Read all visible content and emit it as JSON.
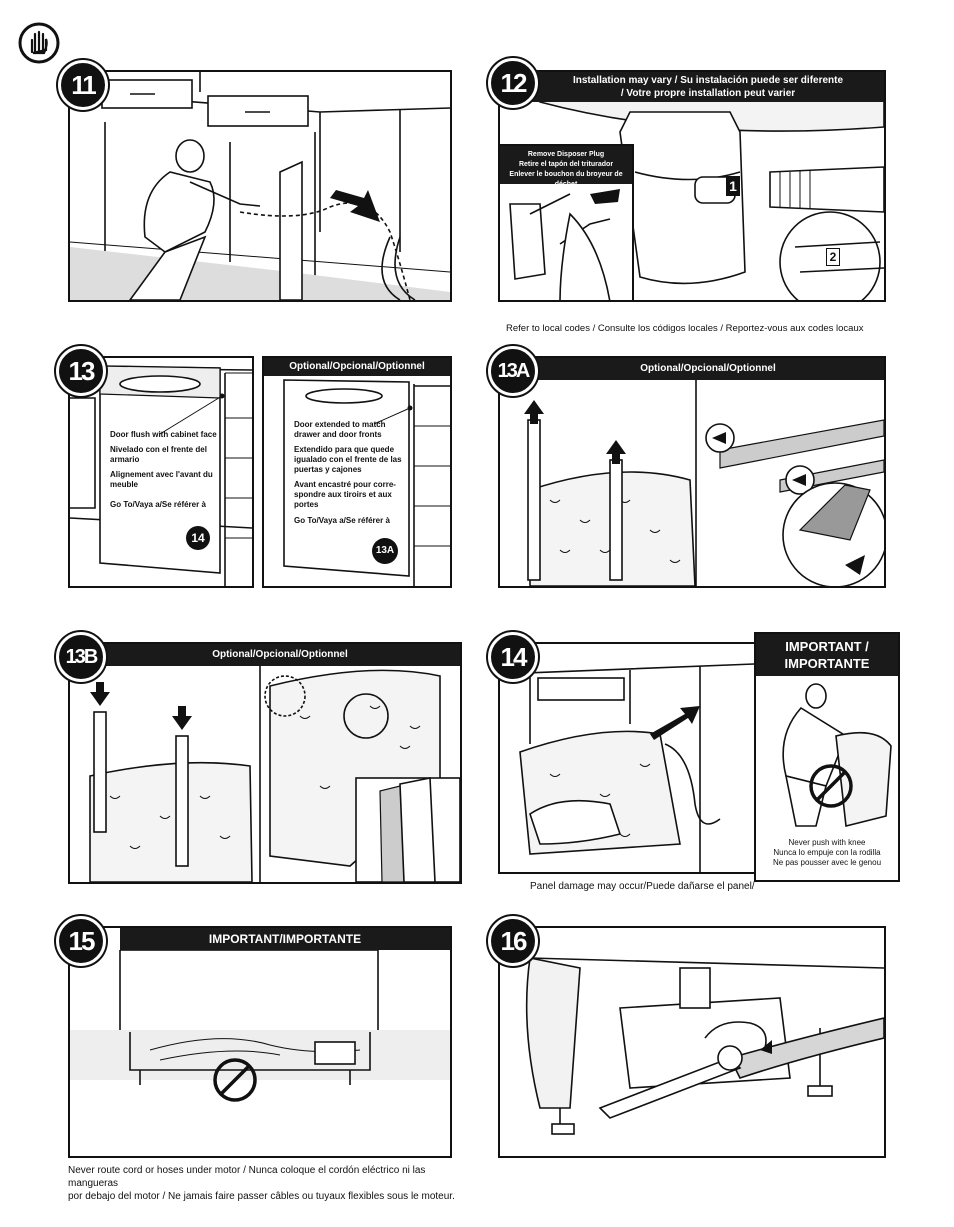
{
  "icons": {
    "hand": "hand-stop-icon"
  },
  "steps": {
    "s11": {
      "num": "11"
    },
    "s12": {
      "num": "12",
      "header_line1": "Installation may vary / Su instalación puede ser diferente",
      "header_line2": "/ Votre propre installation peut varier",
      "inset_line1": "Remove Disposer Plug",
      "inset_line2": "Retire el tapón del triturador",
      "inset_line3": "Enlever le bouchon du broyeur de déchet",
      "callout1": "1",
      "callout2": "2",
      "caption": "Refer to local codes / Consulte los códigos locales  / Reportez-vous aux codes locaux"
    },
    "s13": {
      "num": "13",
      "text1": "Door flush with cabinet face",
      "text2": "Nivelado con el frente del armario",
      "text3": "Alignement avec l'avant du meuble",
      "goto": "Go To/Vaya a/Se référer à",
      "goto_num": "14"
    },
    "s13opt": {
      "header": "Optional/Opcional/Optionnel",
      "text1": "Door extended to match drawer and door fronts",
      "text2": "Extendido para que quede igualado con el frente de las puertas y cajones",
      "text3": "Avant encastré pour corre-spondre aux tiroirs et aux portes",
      "goto": "Go To/Vaya a/Se référer à",
      "goto_num": "13A"
    },
    "s13a": {
      "num": "13A",
      "header": "Optional/Opcional/Optionnel"
    },
    "s13b": {
      "num": "13B",
      "header": "Optional/Opcional/Optionnel"
    },
    "s14": {
      "num": "14",
      "important": "IMPORTANT / IMPORTANTE",
      "warn1": "Never push with knee",
      "warn2": "Nunca lo empuje con la rodilla",
      "warn3": "Ne pas pousser avec le genou",
      "caption": "Panel damage may occur/Puede dañarse el panel/"
    },
    "s15": {
      "num": "15",
      "header": "IMPORTANT/IMPORTANTE",
      "caption1": "Never route cord or hoses under motor / Nunca  coloque el cordón eléctrico ni las mangueras",
      "caption2": "por debajo del motor / Ne jamais faire passer câbles ou tuyaux flexibles sous le moteur."
    },
    "s16": {
      "num": "16"
    }
  }
}
